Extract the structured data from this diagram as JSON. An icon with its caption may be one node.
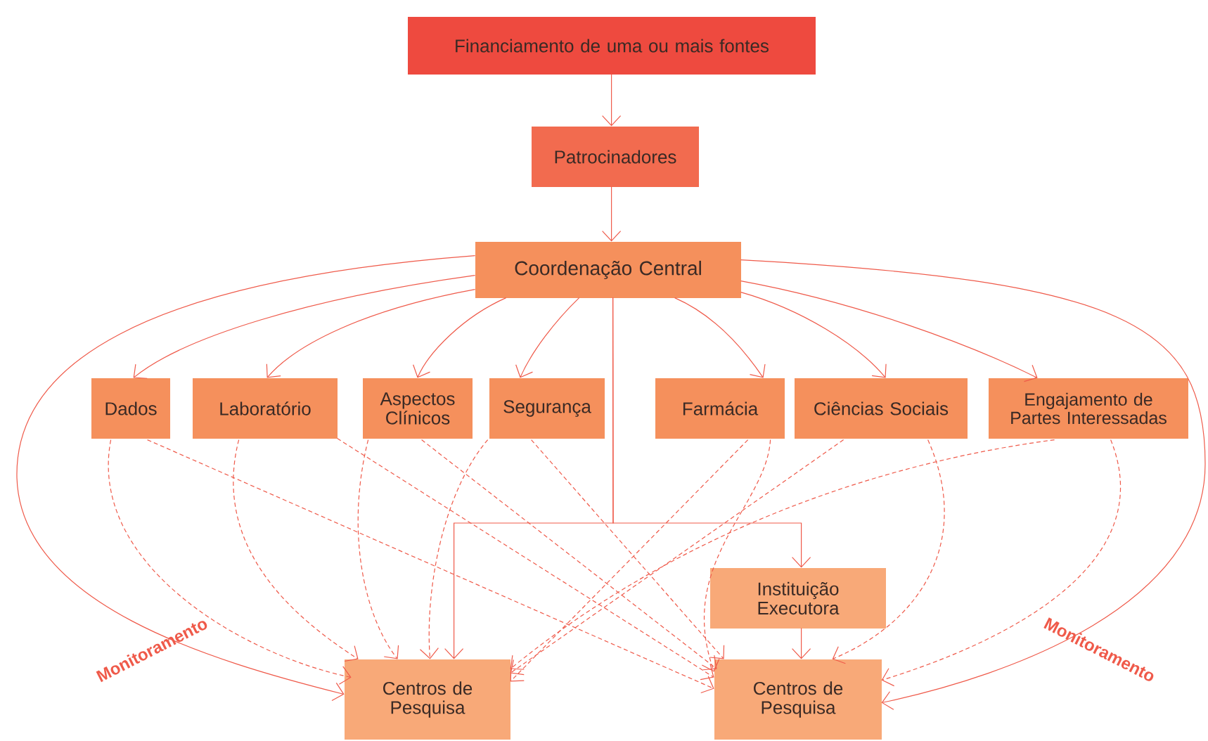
{
  "diagram": {
    "nodes": [
      {
        "text": [
          "Financiamento de uma ou mais fontes"
        ]
      },
      {
        "text": [
          "Patrocinadores"
        ]
      },
      {
        "text": [
          "Coordenação Central"
        ]
      },
      {
        "text": [
          "Dados"
        ]
      },
      {
        "text": [
          "Laboratório"
        ]
      },
      {
        "text": [
          "Aspectos Clínicos"
        ]
      },
      {
        "text": [
          "Segurança"
        ]
      },
      {
        "text": [
          "Farmácia"
        ]
      },
      {
        "text": [
          "Ciências Sociais"
        ]
      },
      {
        "text": [
          "Engajamento de Partes Interessadas"
        ]
      },
      {
        "text": [
          "Instituição Executora"
        ]
      },
      {
        "text": [
          "Centros de Pesquisa"
        ]
      },
      {
        "text": [
          "Centros de Pesquisa"
        ]
      }
    ],
    "edges": [
      {
        "from": 0,
        "to": 1,
        "arrow": "to"
      },
      {
        "from": 1,
        "to": 2,
        "arrow": "to"
      },
      {
        "from": 2,
        "to": 3,
        "arrow": "to"
      },
      {
        "from": 2,
        "to": 4,
        "arrow": "to"
      },
      {
        "from": 2,
        "to": 5,
        "arrow": "to"
      },
      {
        "from": 2,
        "to": 6,
        "arrow": "to"
      },
      {
        "from": 2,
        "to": 7,
        "arrow": "to"
      },
      {
        "from": 2,
        "to": 8,
        "arrow": "to"
      },
      {
        "from": 2,
        "to": 9,
        "arrow": "to"
      },
      {
        "from": 2,
        "to": 11,
        "arrow": "to",
        "label": "Monitoramento"
      },
      {
        "from": 2,
        "to": 12,
        "arrow": "to",
        "label": "Monitoramento"
      },
      {
        "from": 2,
        "to": 11,
        "arrow": "to"
      },
      {
        "from": 2,
        "to": 10,
        "arrow": "to"
      },
      {
        "from": 10,
        "to": 12,
        "arrow": "to"
      },
      {
        "from": 3,
        "to": 11,
        "arrow": "to",
        "style": "dashed"
      },
      {
        "from": 3,
        "to": 12,
        "arrow": "to",
        "style": "dashed"
      },
      {
        "from": 4,
        "to": 11,
        "arrow": "to",
        "style": "dashed"
      },
      {
        "from": 4,
        "to": 12,
        "arrow": "to",
        "style": "dashed"
      },
      {
        "from": 5,
        "to": 11,
        "arrow": "to",
        "style": "dashed"
      },
      {
        "from": 5,
        "to": 12,
        "arrow": "to",
        "style": "dashed"
      },
      {
        "from": 6,
        "to": 11,
        "arrow": "to",
        "style": "dashed"
      },
      {
        "from": 6,
        "to": 12,
        "arrow": "to",
        "style": "dashed"
      },
      {
        "from": 7,
        "to": 11,
        "arrow": "to",
        "style": "dashed"
      },
      {
        "from": 7,
        "to": 12,
        "arrow": "to",
        "style": "dashed"
      },
      {
        "from": 8,
        "to": 11,
        "arrow": "to",
        "style": "dashed"
      },
      {
        "from": 8,
        "to": 12,
        "arrow": "to",
        "style": "dashed"
      },
      {
        "from": 9,
        "to": 11,
        "arrow": "to",
        "style": "dashed"
      },
      {
        "from": 9,
        "to": 12,
        "arrow": "to",
        "style": "dashed"
      }
    ]
  }
}
